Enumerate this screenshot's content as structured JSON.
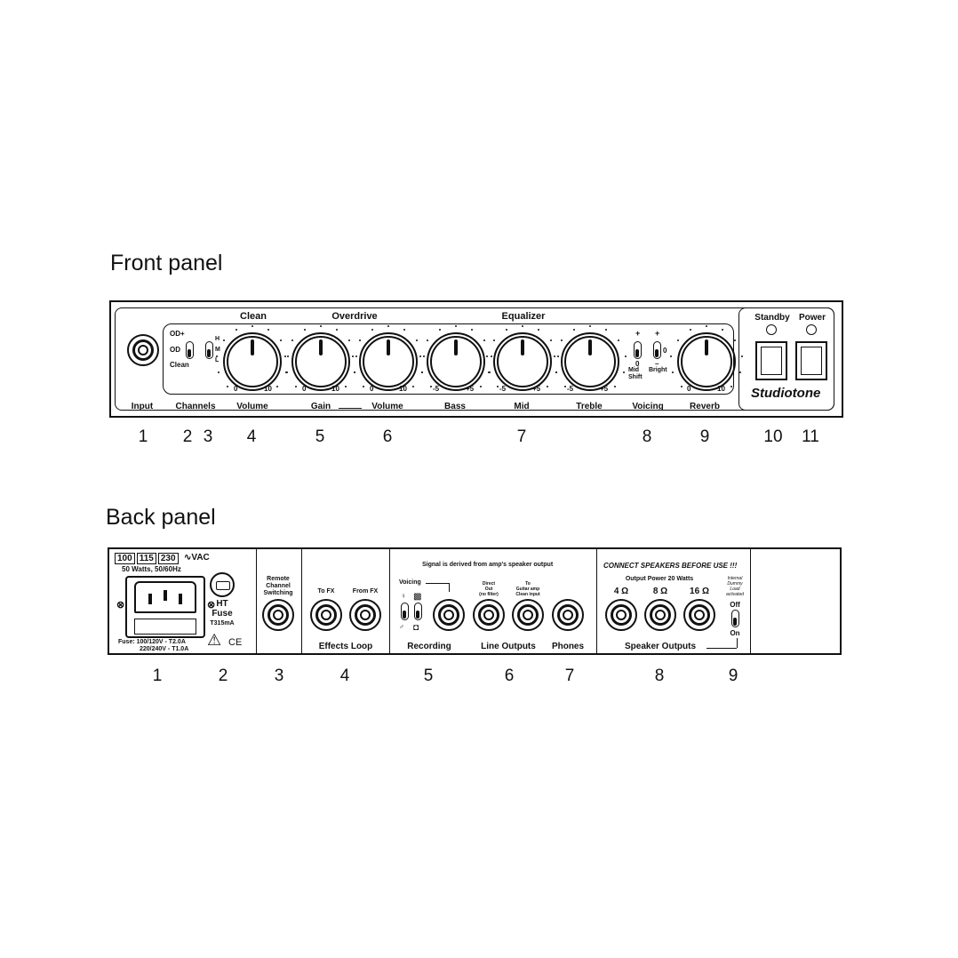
{
  "front": {
    "title": "Front panel",
    "groups": {
      "clean": "Clean",
      "overdrive": "Overdrive",
      "equalizer": "Equalizer"
    },
    "channel_options": [
      "OD+",
      "OD",
      "Clean"
    ],
    "hml": [
      "H",
      "M",
      "L"
    ],
    "knob_scales": {
      "clean_volume": [
        "0",
        "10"
      ],
      "od_gain": [
        "0",
        "10"
      ],
      "od_volume": [
        "0",
        "10"
      ],
      "bass": [
        "-5",
        "+5"
      ],
      "mid": [
        "-5",
        "+5"
      ],
      "treble": [
        "-5",
        "+5"
      ],
      "reverb": [
        "0",
        "10"
      ]
    },
    "voicing": {
      "plus1": "+",
      "zero1": "0",
      "mid_shift": "Mid\nShift",
      "plus2": "+",
      "zero2": "0",
      "minus": "–",
      "bright": "Bright"
    },
    "buttons": {
      "standby": "Standby",
      "power": "Power"
    },
    "brand": "Studiotone",
    "labels": [
      "Input",
      "Channels",
      "Volume",
      "Gain",
      "Volume",
      "Bass",
      "Mid",
      "Treble",
      "Voicing",
      "Reverb"
    ],
    "numbers": [
      "1",
      "2",
      "3",
      "4",
      "5",
      "6",
      "7",
      "8",
      "9",
      "10",
      "11"
    ]
  },
  "back": {
    "title": "Back panel",
    "voltages": [
      "100",
      "115",
      "230"
    ],
    "vac": "VAC",
    "watts": "50 Watts, 50/60Hz",
    "fuse_main1": "Fuse: 100/120V - T2.0A",
    "fuse_main2": "220/240V - T1.0A",
    "ht": "HT",
    "fuse": "Fuse",
    "t315": "T315mA",
    "ce": "CE",
    "remote": "Remote\nChannel\nSwitching",
    "to_fx": "To FX",
    "from_fx": "From FX",
    "effects_loop": "Effects Loop",
    "signal_note": "Signal is derived from amp's speaker output",
    "voicing": "Voicing",
    "direct_out": "Direct\nOut\n(no filter)",
    "to_guitar": "To\nGuitar amp\nClean input",
    "recording": "Recording",
    "line_outputs": "Line Outputs",
    "phones": "Phones",
    "connect_warning": "CONNECT SPEAKERS BEFORE USE !!!",
    "output_power": "Output Power 20 Watts",
    "ohms": [
      "4 Ω",
      "8 Ω",
      "16 Ω"
    ],
    "dummy_load": "Internal\nDummy\nLoad\nactivated",
    "off": "Off",
    "on": "On",
    "speaker_outputs": "Speaker Outputs",
    "numbers": [
      "1",
      "2",
      "3",
      "4",
      "5",
      "6",
      "7",
      "8",
      "9"
    ]
  }
}
